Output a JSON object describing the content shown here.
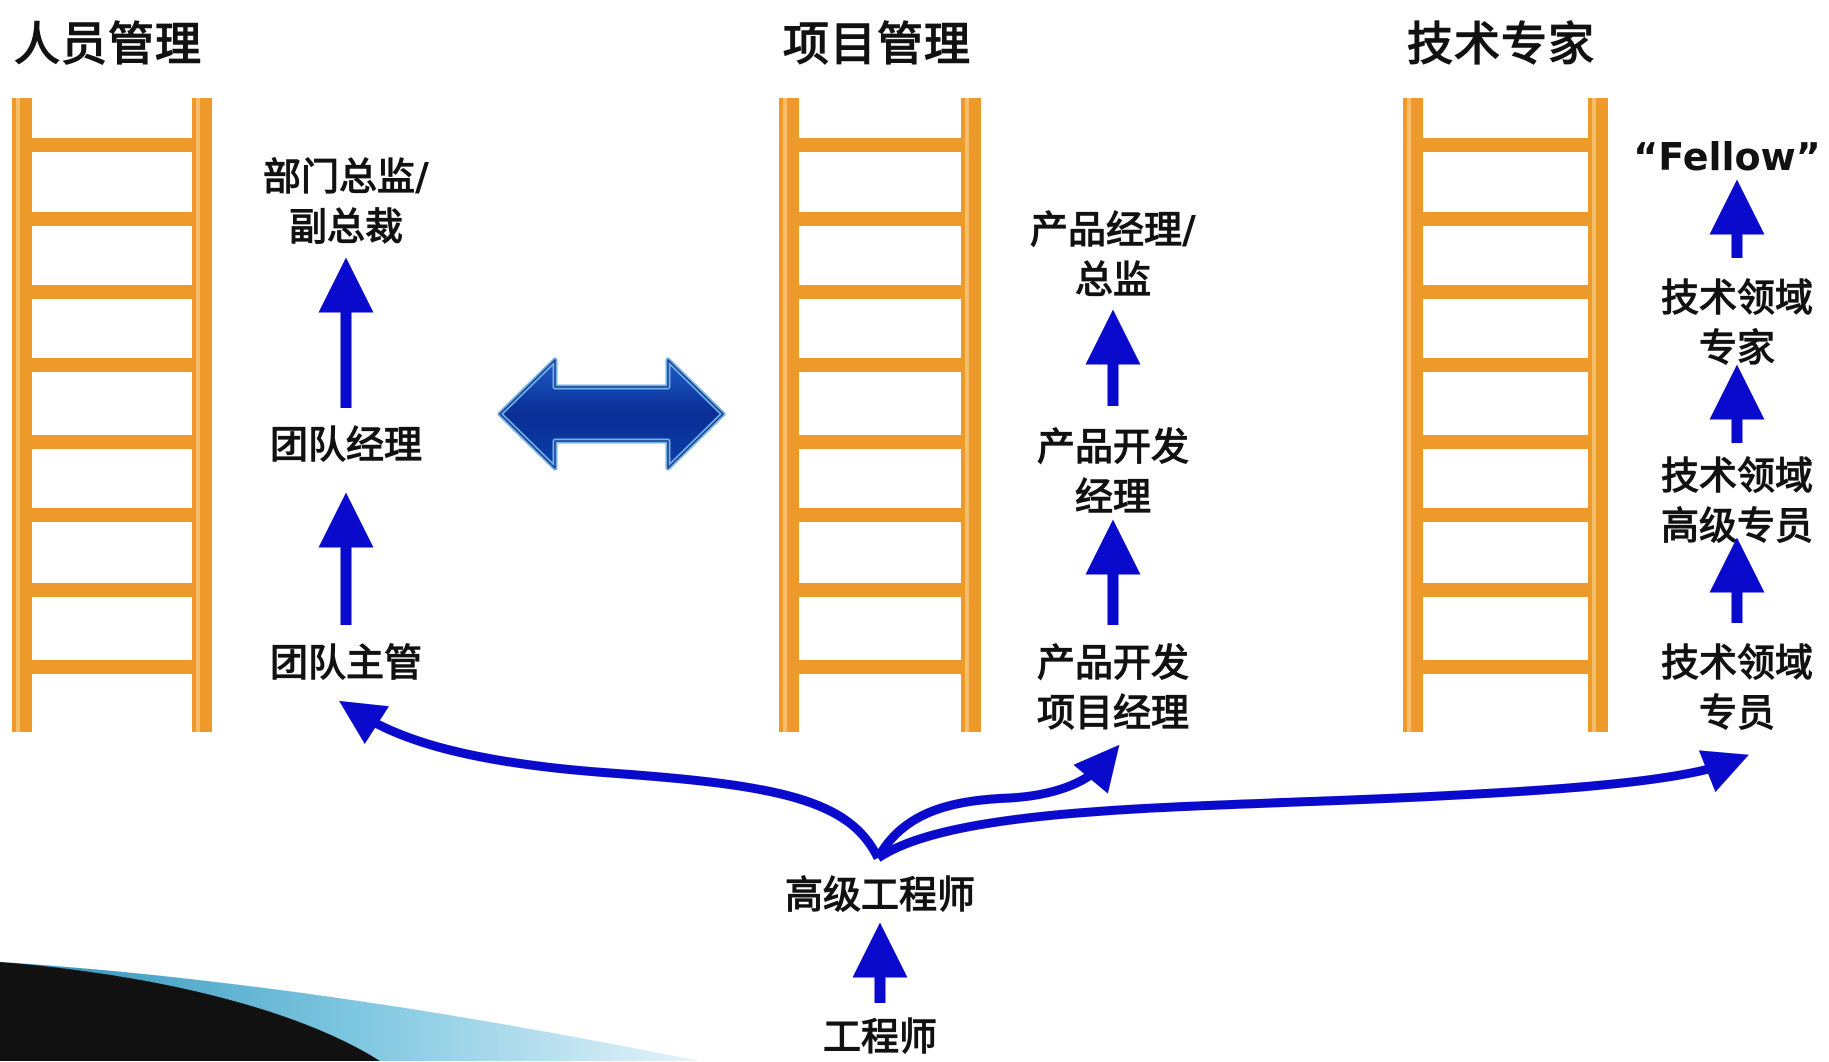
{
  "titles": {
    "people": "人员管理",
    "project": "项目管理",
    "tech": "技术专家"
  },
  "people_track": {
    "level1": "团队主管",
    "level2": "团队经理",
    "level3": "部门总监/\n副总裁"
  },
  "project_track": {
    "level1": "产品开发\n项目经理",
    "level2": "产品开发\n经理",
    "level3": "产品经理/\n总监"
  },
  "tech_track": {
    "level1": "技术领域\n专员",
    "level2": "技术领域\n高级专员",
    "level3": "技术领域\n专家",
    "level4": "“Fellow”"
  },
  "base": {
    "senior": "高级工程师",
    "junior": "工程师"
  },
  "colors": {
    "ladder": "#EE9A2A",
    "arrow": "#0A0ACC",
    "double_arrow": "#0A3FA8",
    "ribbon": "#5FB6D6"
  }
}
